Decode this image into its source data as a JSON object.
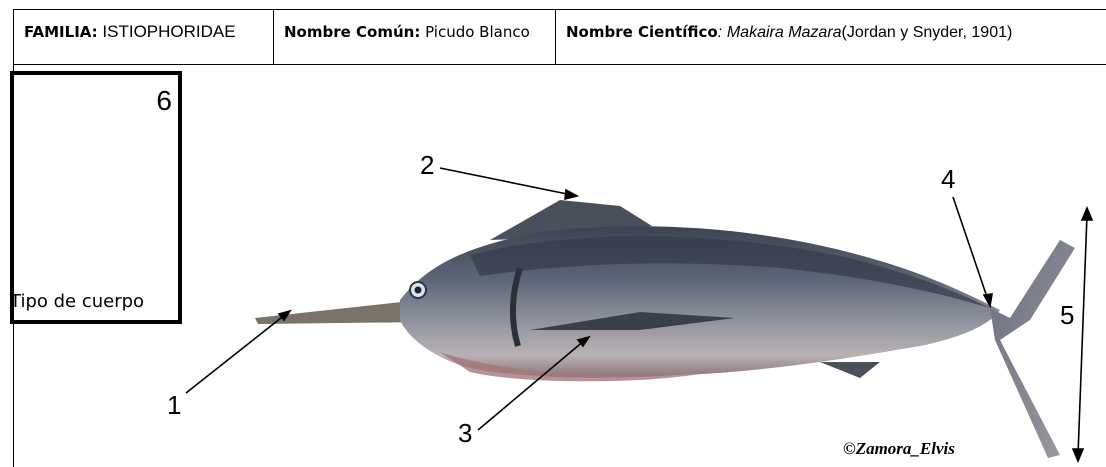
{
  "header": {
    "family_label": "FAMILIA:",
    "family_value": "ISTIOPHORIDAE",
    "common_label": "Nombre Común:",
    "common_value": "Picudo Blanco",
    "scientific_label": "Nombre Científico",
    "scientific_sep": ":",
    "scientific_value": "Makaira Mazara",
    "scientific_author": "(Jordan y Snyder, 1901)"
  },
  "body_type_box": {
    "number": "6",
    "label": "Tipo de cuerpo"
  },
  "callouts": [
    "1",
    "2",
    "3",
    "4",
    "5"
  ],
  "credit": "©Zamora_Elvis"
}
